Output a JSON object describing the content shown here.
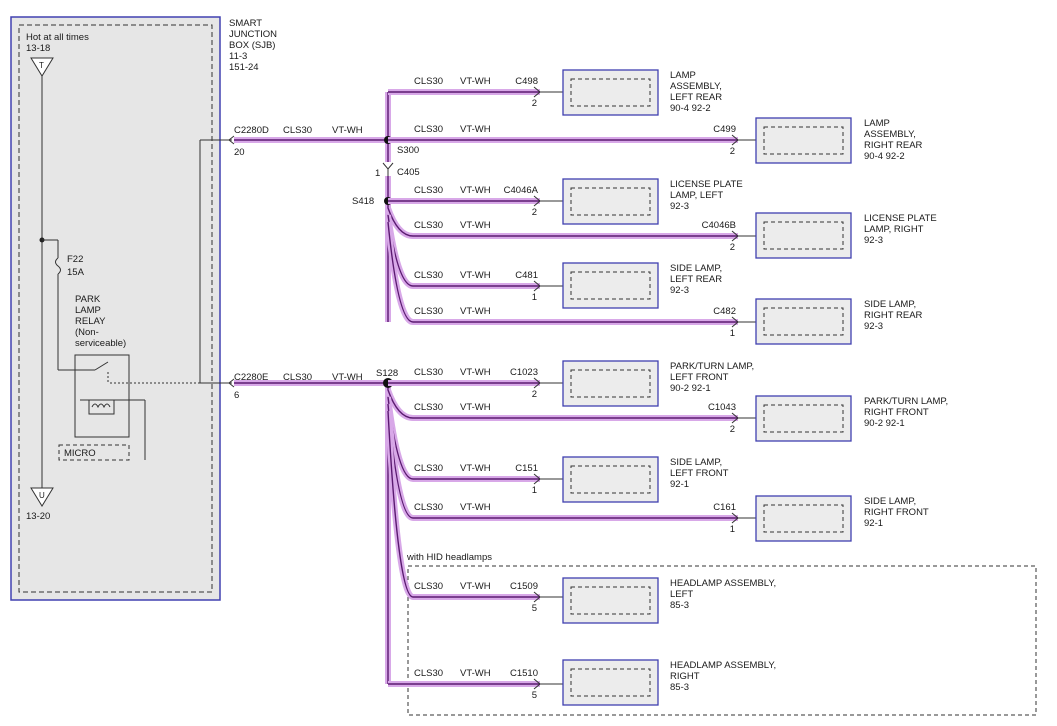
{
  "sjb": {
    "title_lines": [
      "SMART",
      "JUNCTION",
      "BOX (SJB)",
      "11-3",
      "151-24"
    ],
    "hot": "Hot at all times",
    "ref_top": "13-18",
    "ref_bottom": "13-20",
    "tri_top": "T",
    "tri_bottom": "U",
    "fuse": "F22",
    "fuse_amp": "15A",
    "relay_lines": [
      "PARK",
      "LAMP",
      "RELAY",
      "(Non-",
      "serviceable)"
    ],
    "micro": "MICRO"
  },
  "wire": {
    "circuit": "CLS30",
    "color": "VT-WH",
    "hid_note": "with HID headlamps"
  },
  "connectors": {
    "c2280d": "C2280D",
    "c2280d_pin": "20",
    "c2280e": "C2280E",
    "c2280e_pin": "6",
    "s300": "S300",
    "c405": "C405",
    "c405_pin": "1",
    "s418": "S418",
    "s128": "S128"
  },
  "branches": [
    {
      "conn": "C498",
      "pin": "2",
      "label": [
        "LAMP",
        "ASSEMBLY,",
        "LEFT REAR",
        "90-4   92-2"
      ]
    },
    {
      "conn": "C499",
      "pin": "2",
      "label": [
        "LAMP",
        "ASSEMBLY,",
        "RIGHT REAR",
        "90-4   92-2"
      ]
    },
    {
      "conn": "C4046A",
      "pin": "2",
      "label": [
        "LICENSE PLATE",
        "LAMP, LEFT",
        "92-3"
      ]
    },
    {
      "conn": "C4046B",
      "pin": "2",
      "label": [
        "LICENSE PLATE",
        "LAMP, RIGHT",
        "92-3"
      ]
    },
    {
      "conn": "C481",
      "pin": "1",
      "label": [
        "SIDE LAMP,",
        "LEFT REAR",
        "92-3"
      ]
    },
    {
      "conn": "C482",
      "pin": "1",
      "label": [
        "SIDE LAMP,",
        "RIGHT REAR",
        "92-3"
      ]
    },
    {
      "conn": "C1023",
      "pin": "2",
      "label": [
        "PARK/TURN LAMP,",
        "LEFT FRONT",
        "90-2   92-1"
      ]
    },
    {
      "conn": "C1043",
      "pin": "2",
      "label": [
        "PARK/TURN LAMP,",
        "RIGHT FRONT",
        "90-2   92-1"
      ]
    },
    {
      "conn": "C151",
      "pin": "1",
      "label": [
        "SIDE LAMP,",
        "LEFT FRONT",
        "92-1"
      ]
    },
    {
      "conn": "C161",
      "pin": "1",
      "label": [
        "SIDE LAMP,",
        "RIGHT FRONT",
        "92-1"
      ]
    },
    {
      "conn": "C1509",
      "pin": "5",
      "label": [
        "HEADLAMP ASSEMBLY,",
        "LEFT",
        "85-3"
      ]
    },
    {
      "conn": "C1510",
      "pin": "5",
      "label": [
        "HEADLAMP ASSEMBLY,",
        "RIGHT",
        "85-3"
      ]
    }
  ]
}
